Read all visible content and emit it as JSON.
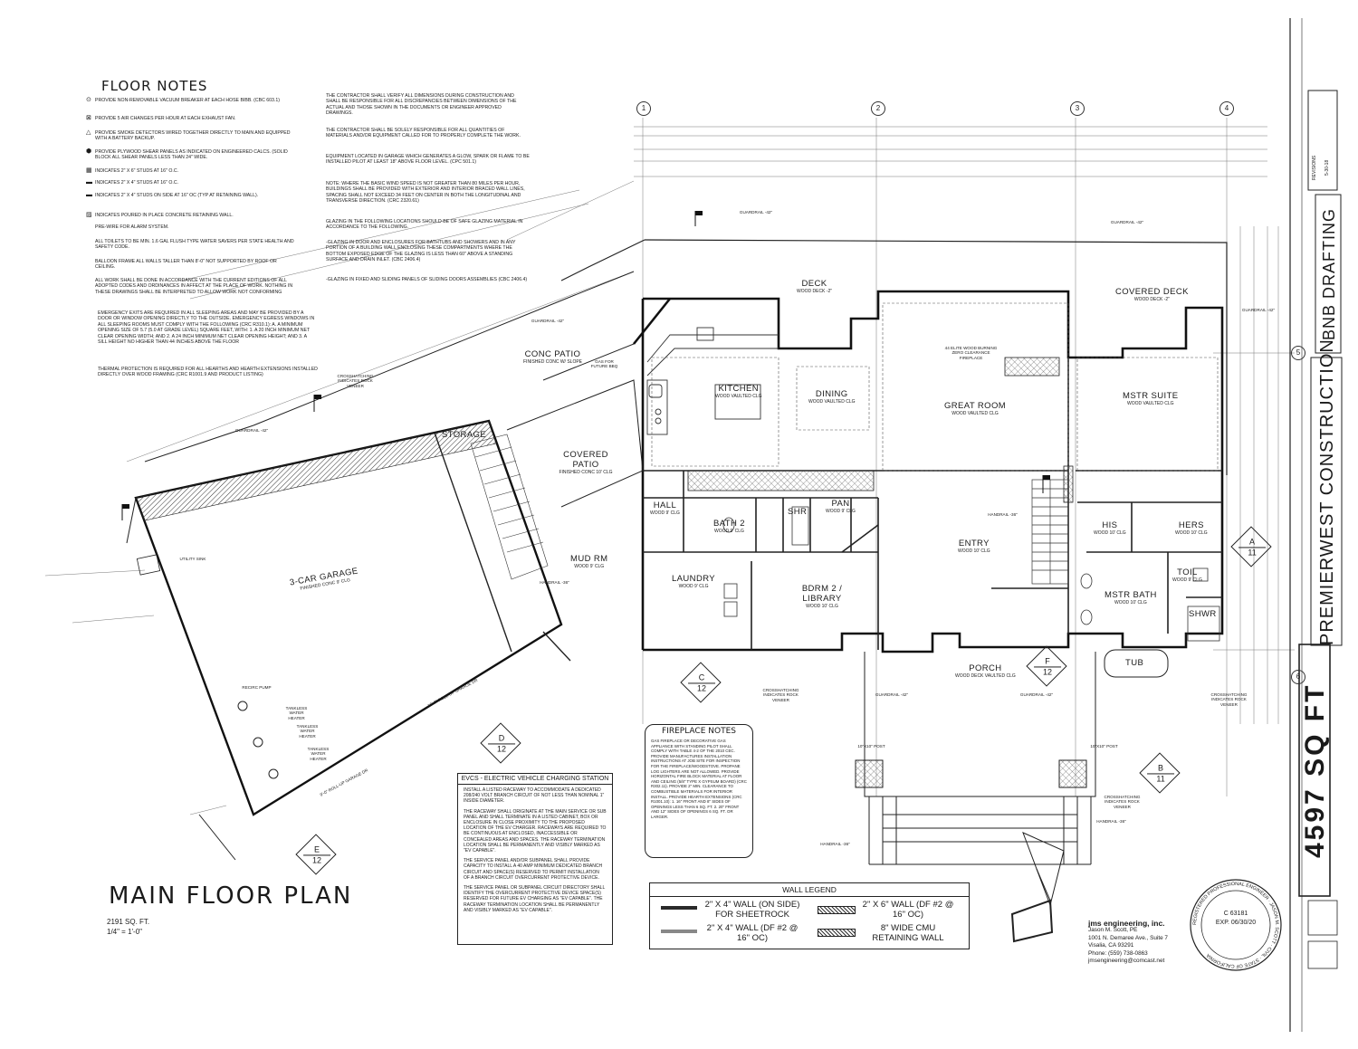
{
  "floor_notes": {
    "title": "FLOOR NOTES",
    "items": [
      {
        "symbol": "circle-dot",
        "text": "PROVIDE NON-REMOVABLE VACUUM BREAKER AT EACH HOSE BIBB. (CBC 603.1)"
      },
      {
        "symbol": "square-x",
        "text": "PROVIDE 5 AIR CHANGES PER HOUR AT EACH EXHAUST FAN."
      },
      {
        "symbol": "triangle",
        "text": "PROVIDE SMOKE DETECTORS WIRED TOGETHER DIRECTLY TO MAIN AND EQUIPPED WITH A BATTERY BACKUP."
      },
      {
        "symbol": "hex",
        "text": "PROVIDE PLYWOOD SHEAR PANELS AS INDICATED ON ENGINEERED CALCS. (SOLID BLOCK ALL SHEAR PANELS LESS THAN 24\" WIDE."
      },
      {
        "symbol": "hatch",
        "text": "INDICATES 2\" X 6\" STUDS AT 16\" O.C."
      },
      {
        "symbol": "bar",
        "text": "INDICATES 2\" X 4\" STUDS AT 16\" O.C."
      },
      {
        "symbol": "bar-thin",
        "text": "INDICATES 2\" X 4\" STUDS ON SIDE AT 16\" OC (TYP AT RETAINING WALL)."
      },
      {
        "symbol": "hatch2",
        "text": "INDICATES POURED IN PLACE CONCRETE RETAINING WALL."
      },
      {
        "symbol": "",
        "text": "PRE-WIRE FOR ALARM SYSTEM."
      },
      {
        "symbol": "",
        "text": "ALL TOILETS TO BE MIN. 1.6 GAL FLUSH TYPE WATER SAVERS PER STATE HEALTH AND SAFETY CODE."
      },
      {
        "symbol": "",
        "text": "BALLOON FRAME ALL WALLS TALLER THAN 8'-0\" NOT SUPPORTED BY ROOF OR CEILING."
      },
      {
        "symbol": "",
        "text": "ALL WORK SHALL BE DONE IN ACCORDANCE WITH THE CURRENT EDITIONS OF ALL ADOPTED CODES AND ORDINANCES IN AFFECT AT THE PLACE OF WORK. NOTHING IN THESE DRAWINGS SHALL BE INTERPRETED TO ALLOW WORK NOT CONFORMING"
      }
    ],
    "egress": "EMERGENCY EXITS ARE REQUIRED IN ALL SLEEPING AREAS AND MAY BE PROVIDED BY A DOOR OR WINDOW OPENING DIRECTLY TO THE OUTSIDE. EMERGENCY EGRESS WINDOWS IN ALL SLEEPING ROOMS MUST COMPLY WITH THE FOLLOWING (CRC R310.1): A. A MINIMUM OPENING SIZE OF 5.7 (5.0 AT GRADE LEVEL) SQUARE FEET, WITH: 1. A 20 INCH MINIMUM NET CLEAR OPENING WIDTH; AND 2. A 24 INCH MINIMUM NET CLEAR OPENING HEIGHT; AND 3. A SILL HEIGHT NO HIGHER THAN 44 INCHES ABOVE THE FLOOR",
    "thermal": "THERMAL PROTECTION IS REQUIRED FOR ALL HEARTHS AND HEARTH EXTENSIONS INSTALLED DIRECTLY OVER WOOD FRAMING (CRC R1001.9 AND PRODUCT LISTING)"
  },
  "general_notes": [
    "THE CONTRACTOR SHALL VERIFY ALL DIMENSIONS DURING CONSTRUCTION AND SHALL BE RESPONSIBLE FOR ALL DISCREPANCIES BETWEEN DIMENSIONS OF THE ACTUAL AND THOSE SHOWN IN THE DOCUMENTS OR ENGINEER APPROVED DRAWINGS.",
    "THE CONTRACTOR SHALL BE SOLELY RESPONSIBLE FOR ALL QUANTITIES OF MATERIALS AND/OR EQUIPMENT CALLED FOR TO PROPERLY COMPLETE THE WORK.",
    "EQUIPMENT LOCATED IN GARAGE WHICH GENERATES A GLOW, SPARK OR FLAME TO BE INSTALLED PILOT AT LEAST 18\" ABOVE FLOOR LEVEL. (CPC 501.1)",
    "NOTE: WHERE THE BASIC WIND SPEED IS NOT GREATER THAN 80 MILES PER HOUR, BUILDINGS SHALL BE PROVIDED WITH EXTERIOR AND INTERIOR BRACED WALL LINES, SPACING SHALL NOT EXCEED 34 FEET ON CENTER IN BOTH THE LONGITUDINAL AND TRANSVERSE DIRECTION. (CRC 2320.61)",
    "GLAZING IN THE FOLLOWING LOCATIONS SHOULD BE OF SAFE GLAZING MATERIAL IN ACCORDANCE TO THE FOLLOWING.",
    "-GLAZING IN DOOR AND ENCLOSURES FOR BATHTUBS AND SHOWERS AND IN ANY PORTION OF A BUILDING WALL ENCLOSING THESE COMPARTMENTS WHERE THE BOTTOM EXPOSED EDGE OF THE GLAZING IS LESS THAN 60\" ABOVE A STANDING SURFACE AND DRAIN INLET. (CBC 2406.4)",
    "-GLAZING IN FIXED AND SLIDING PANELS OF SLIDING DOORS ASSEMBLIES (CBC 2406.4)"
  ],
  "rooms": {
    "deck": {
      "name": "DECK",
      "sub": "WOOD DECK -2\""
    },
    "covered_deck": {
      "name": "COVERED DECK",
      "sub": "WOOD DECK -2\""
    },
    "conc_patio": {
      "name": "CONC PATIO",
      "sub": "FINISHED CONC W/ SLOPE"
    },
    "kitchen": {
      "name": "KITCHEN",
      "sub": "WOOD VAULTED CLG"
    },
    "dining": {
      "name": "DINING",
      "sub": "WOOD VAULTED CLG"
    },
    "great_room": {
      "name": "GREAT ROOM",
      "sub": "WOOD VAULTED CLG"
    },
    "mstr_suite": {
      "name": "MSTR SUITE",
      "sub": "WOOD VAULTED CLG"
    },
    "storage": {
      "name": "STORAGE",
      "sub": ""
    },
    "covered_patio": {
      "name": "COVERED PATIO",
      "sub": "FINISHED CONC 10' CLG"
    },
    "hall": {
      "name": "HALL",
      "sub": "WOOD 9' CLG"
    },
    "bath2": {
      "name": "BATH 2",
      "sub": "WOOD 9' CLG"
    },
    "shr": {
      "name": "SHR",
      "sub": ""
    },
    "pan": {
      "name": "PAN",
      "sub": "WOOD 9' CLG"
    },
    "his": {
      "name": "HIS",
      "sub": "WOOD 10' CLG"
    },
    "hers": {
      "name": "HERS",
      "sub": "WOOD 10' CLG"
    },
    "garage": {
      "name": "3-CAR GARAGE",
      "sub": "FINISHED CONC 9' CLG"
    },
    "mud_rm": {
      "name": "MUD RM",
      "sub": "WOOD 9' CLG"
    },
    "laundry": {
      "name": "LAUNDRY",
      "sub": "WOOD 9' CLG"
    },
    "bdrm2": {
      "name": "BDRM 2 / LIBRARY",
      "sub": "WOOD 10' CLG"
    },
    "entry": {
      "name": "ENTRY",
      "sub": "WOOD 10' CLG"
    },
    "toil": {
      "name": "TOIL",
      "sub": "WOOD 9' CLG"
    },
    "mstr_bath": {
      "name": "MSTR BATH",
      "sub": "WOOD 10' CLG"
    },
    "shwr": {
      "name": "SHWR",
      "sub": ""
    },
    "porch": {
      "name": "PORCH",
      "sub": "WOOD DECK VAULTED CLG"
    },
    "tub": {
      "name": "TUB",
      "sub": ""
    }
  },
  "fireplace_notes": {
    "title": "FIREPLACE NOTES",
    "text": "GAS FIREPLACE OR DECORATIVE GAS APPLIANCE WITH STANDING PILOT SHALL COMPLY WITH TABLE 4-2 OF THE 2010 CEC. PROVIDE MANUFACTURES INSTALLATION INSTRUCTIONS AT JOB SITE FOR INSPECTION FOR THE FIREPLACE/WOODSTOVE. PROPANE LOG LIGHTERS ARE NOT ALLOWED. PROVIDE HORIZONTAL FIRE BLOCK MATERIAL AT FLOOR AND CEILING (5/8\" TYPE X GYPSUM BOARD) (CRC R302.11). PROVIDE 2\" MIN. CLEARANCE TO COMBUSTIBLE MATERIALS FOR INTERIOR INSTALL. PROVIDE HEARTH EXTENSIONS (CRC R1001.10): 1. 16\" FRONT AND 8\" SIDES OF OPENINGS LESS THAN 6 SQ. FT. 2. 20\" FRONT AND 12\" SIDES OF OPENINGS 6 SQ. FT. OR LARGER."
  },
  "evcs": {
    "title": "EVCS - ELECTRIC VEHICLE CHARGING STATION",
    "items": [
      "INSTALL A LISTED RACEWAY TO ACCOMMODATE A DEDICATED 208/240 VOLT BRANCH CIRCUIT OF NOT LESS THAN NOMINAL 1\" INSIDE DIAMETER.",
      "THE RACEWAY SHALL ORIGINATE AT THE MAIN SERVICE OR SUB PANEL AND SHALL TERMINATE IN A LISTED CABINET, BOX OR ENCLOSURE IN CLOSE PROXIMITY TO THE PROPOSED LOCATION OF THE EV CHARGER. RACEWAYS ARE REQUIRED TO BE CONTINUOUS AT ENCLOSED, INACCESSIBLE OR CONCEALED AREAS AND SPACES. THE RACEWAY TERMINATION LOCATION SHALL BE PERMANENTLY AND VISIBLY MARKED AS \"EV CAPABLE\".",
      "THE SERVICE PANEL AND/OR SUBPANEL SHALL PROVIDE CAPACITY TO INSTALL A 40 AMP MINIMUM DEDICATED BRANCH CIRCUIT AND SPACE(S) RESERVED TO PERMIT INSTALLATION OF A BRANCH CIRCUIT OVERCURRENT PROTECTIVE DEVICE.",
      "THE SERVICE PANEL OR SUBPANEL CIRCUIT DIRECTORY SHALL IDENTIFY THE OVERCURRENT PROTECTIVE DEVICE SPACE(S) RESERVED FOR FUTURE EV CHARGING AS \"EV CAPABLE\". THE RACEWAY TERMINATION LOCATION SHALL BE PERMANENTLY AND VISIBLY MARKED AS \"EV CAPABLE\"."
    ]
  },
  "wall_legend": {
    "title": "WALL LEGEND",
    "items": [
      {
        "label": "2\" X 4\" WALL (ON SIDE) FOR SHEETROCK",
        "swatch": "#2a2a2a"
      },
      {
        "label": "2\" X 6\" WALL (DF #2 @ 16\" OC)",
        "swatch": "hatch"
      },
      {
        "label": "2\" X 4\" WALL (DF #2 @ 16\" OC)",
        "swatch": "#888888"
      },
      {
        "label": "8\" WIDE CMU RETAINING WALL",
        "swatch": "hatch"
      }
    ]
  },
  "plan_title": {
    "main": "MAIN FLOOR PLAN",
    "area": "2191 SQ. FT.",
    "scale": "1/4\" = 1'-0\""
  },
  "engineer": {
    "firm": "jms engineering, inc.",
    "name": "Jason M. Scott, PE",
    "address1": "1001 N. Demaree Ave., Suite 7",
    "address2": "Visalia, CA 93291",
    "phone": "Phone: (559) 738-0863",
    "email": "jmsengineering@comcast.net",
    "seal_license": "C 63181",
    "seal_exp": "EXP. 06/30/20",
    "seal_ring": "REGISTERED PROFESSIONAL ENGINEER · JASON M. SCOTT · CIVIL · STATE OF CALIFORNIA"
  },
  "title_block": {
    "sq_ft": "4597 SQ FT",
    "firm": "PREMIERWEST CONSTRUCTION",
    "drafting": "BNB DRAFTING",
    "revisions": "REVISIONS",
    "date": "5-30-18"
  },
  "grid_markers": [
    "1",
    "2",
    "3",
    "4",
    "5",
    "6"
  ],
  "section_markers": [
    {
      "letter": "A",
      "sheet": "11"
    },
    {
      "letter": "B",
      "sheet": "11"
    },
    {
      "letter": "C",
      "sheet": "12"
    },
    {
      "letter": "D",
      "sheet": "12"
    },
    {
      "letter": "E",
      "sheet": "12"
    },
    {
      "letter": "F",
      "sheet": "12"
    }
  ],
  "labels": {
    "guardrail": "GUARDRAIL -42\"",
    "crosshatch_rock": "CROSSHATCHING INDICATES ROCK VENEER",
    "gas_bbq": "GAS FOR FUTURE BBQ",
    "fireplace": "44 ELITE WOOD BURNING ZERO CLEARANCE FIREPLACE",
    "handrail": "HANDRAIL -36\"",
    "post": "10\"X10\" POST",
    "tankless": "TANKLESS WATER HEATER",
    "recirc": "RECIRC PUMP",
    "utility": "UTILITY SINK",
    "roll_garage": "16'-0\" ROLL-UP GARAGE DR",
    "roll_garage2": "9'-0\" ROLL-UP GARAGE DR"
  }
}
